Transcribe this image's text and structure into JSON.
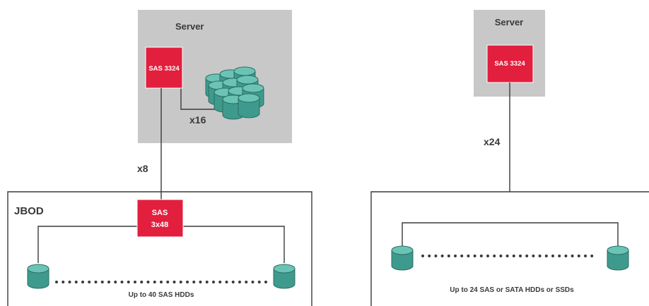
{
  "left": {
    "server_label": "Server",
    "controller_label": "SAS 3324",
    "internal_link_label": "x16",
    "uplink_label": "x8",
    "enclosure_label": "JBOD",
    "expander_label_line1": "SAS",
    "expander_label_line2": "3x48",
    "drives_caption": "Up to 40 SAS HDDs"
  },
  "right": {
    "server_label": "Server",
    "controller_label": "SAS 3324",
    "link_label": "x24",
    "drives_caption": "Up to 24 SAS or SATA HDDs or SSDs"
  },
  "colors": {
    "server_box": "#c8c8c8",
    "controller": "#e21f3d",
    "drive_fill": "#3e9a8c",
    "drive_stroke": "#2a6f64",
    "line": "#3a3a3a",
    "text": "#3a3a3a"
  },
  "icons": {
    "drive": "disk-cylinder-icon",
    "drive_cluster": "disk-cluster-icon"
  }
}
